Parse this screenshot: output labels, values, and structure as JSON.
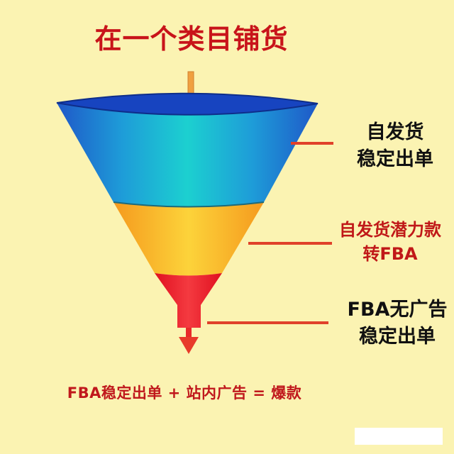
{
  "title": "在一个类目铺货",
  "colors": {
    "background": "#FBF3B2",
    "title": "#C8141A",
    "top_band": "#1BB9D6",
    "middle_band": "#F8B928",
    "bottom_band": "#E8202A",
    "pointer_lines": "#E0412A"
  },
  "funnel": {
    "stages": [
      {
        "name": "top",
        "color": "blue",
        "label_lines": [
          "自发货",
          "稳定出单"
        ],
        "label_color": "#111111"
      },
      {
        "name": "middle",
        "color": "yellow",
        "label_lines": [
          "自发货潜力款",
          "转FBA"
        ],
        "label_color": "#C01818"
      },
      {
        "name": "bottom",
        "color": "red",
        "label_lines": [
          "FBA无广告",
          "稳定出单"
        ],
        "label_color": "#111111"
      }
    ]
  },
  "formula": "FBA稳定出单 + 站内广告 = 爆款"
}
